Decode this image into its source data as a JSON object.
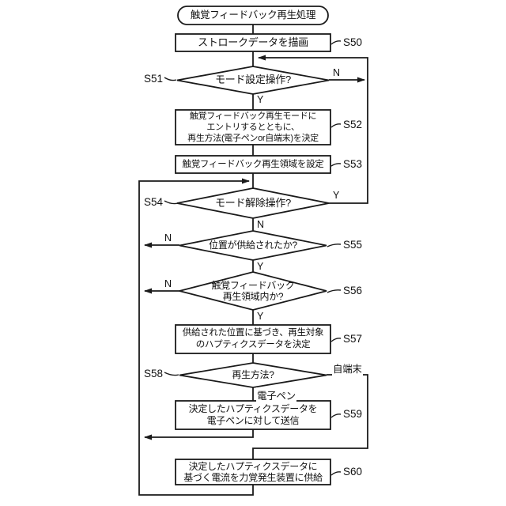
{
  "diagram": {
    "colors": {
      "line": "#1a1a1a",
      "background": "#ffffff",
      "text": "#111111"
    },
    "start": {
      "label": "触覚フィードバック再生処理"
    },
    "branch": {
      "yes": "Y",
      "no": "N"
    },
    "steps": {
      "s50": {
        "id": "S50",
        "lines": [
          "ストロークデータを描画"
        ]
      },
      "s51": {
        "id": "S51",
        "lines": [
          "モード設定操作?"
        ]
      },
      "s52": {
        "id": "S52",
        "lines": [
          "触覚フィードバック再生モードに",
          "エントリするとともに、",
          "再生方法(電子ペンor自端末)を決定"
        ]
      },
      "s53": {
        "id": "S53",
        "lines": [
          "触覚フィードバック再生領域を設定"
        ]
      },
      "s54": {
        "id": "S54",
        "lines": [
          "モード解除操作?"
        ]
      },
      "s55": {
        "id": "S55",
        "lines": [
          "位置が供給されたか?"
        ]
      },
      "s56": {
        "id": "S56",
        "lines": [
          "触覚フィードバック",
          "再生領域内か?"
        ]
      },
      "s57": {
        "id": "S57",
        "lines": [
          "供給された位置に基づき、再生対象",
          "のハプティクスデータを決定"
        ]
      },
      "s58": {
        "id": "S58",
        "lines": [
          "再生方法?"
        ],
        "branch_right": "自端末",
        "branch_down": "電子ペン"
      },
      "s59": {
        "id": "S59",
        "lines": [
          "決定したハプティクスデータを",
          "電子ペンに対して送信"
        ]
      },
      "s60": {
        "id": "S60",
        "lines": [
          "決定したハプティクスデータに",
          "基づく電流を力覚発生装置に供給"
        ]
      }
    }
  }
}
